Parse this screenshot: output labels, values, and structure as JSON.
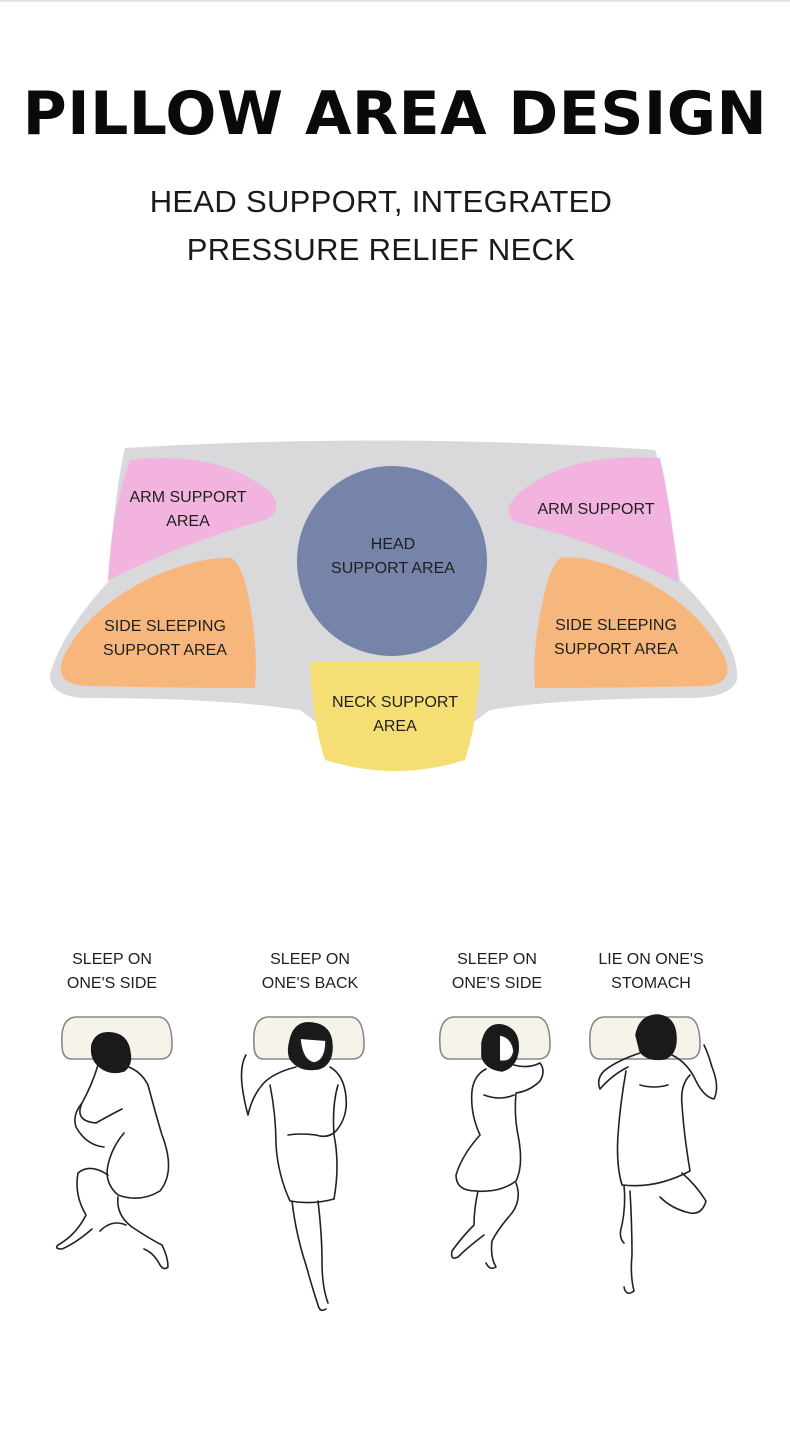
{
  "title": "PILLOW AREA DESIGN",
  "subtitle": {
    "line1": "HEAD SUPPORT, INTEGRATED",
    "line2": "PRESSURE RELIEF NECK"
  },
  "zones": {
    "arm_left": {
      "line1": "ARM SUPPORT",
      "line2": "AREA"
    },
    "arm_right": {
      "line1": "ARM SUPPORT"
    },
    "head": {
      "line1": "HEAD",
      "line2": "SUPPORT AREA"
    },
    "side_left": {
      "line1": "SIDE SLEEPING",
      "line2": "SUPPORT AREA"
    },
    "side_right": {
      "line1": "SIDE SLEEPING",
      "line2": "SUPPORT AREA"
    },
    "neck": {
      "line1": "NECK SUPPORT",
      "line2": "AREA"
    }
  },
  "colors": {
    "pillow_body": "#d9d8db",
    "arm_zone": "#f2b3df",
    "side_zone": "#f7b77c",
    "head_zone": "#7584a8",
    "neck_zone": "#f5df74"
  },
  "poses": [
    {
      "line1": "SLEEP ON",
      "line2": "ONE'S SIDE"
    },
    {
      "line1": "SLEEP ON",
      "line2": "ONE'S BACK"
    },
    {
      "line1": "SLEEP ON",
      "line2": "ONE'S SIDE"
    },
    {
      "line1": "LIE ON ONE'S",
      "line2": "STOMACH"
    }
  ]
}
